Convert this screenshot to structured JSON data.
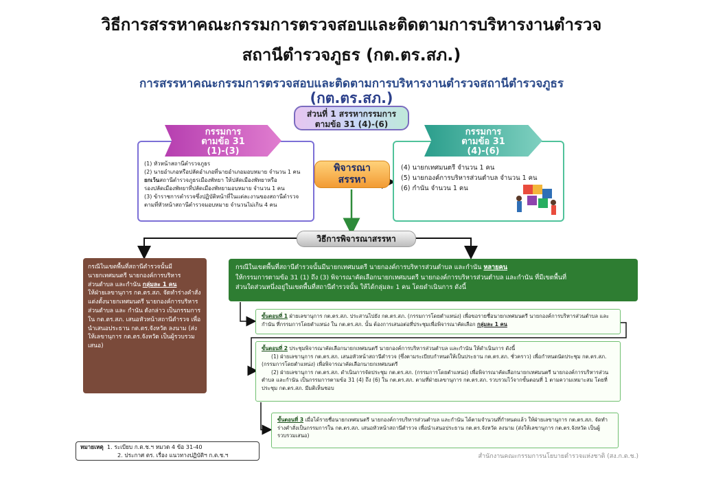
{
  "title": {
    "line1": "วิธีการสรรหาคณะกรรมการตรวจสอบและติดตามการบริหารงานตำรวจ",
    "line2": "สถานีตำรวจภูธร (กต.ตร.สภ.)"
  },
  "diagram": {
    "title": "การสรรหาคณะกรรมการตรวจสอบและติดตามการบริหารงานตำรวจสถานีตำรวจภูธร",
    "subtitle": "(กต.ตร.สภ.)",
    "part1_line1": "ส่วนที่ 1 สรรหากรรมการ",
    "part1_line2": "ตามข้อ 31 (4)-(6)",
    "left_chevron": {
      "line1": "กรรมการ",
      "line2": "ตามข้อ 31",
      "line3": "(1)-(3)"
    },
    "right_chevron": {
      "line1": "กรรมการ",
      "line2": "ตามข้อ 31",
      "line3": "(4)-(6)"
    },
    "left_items": [
      "(1) หัวหน้าสถานีตำรวจภูธร",
      "(2) นายอำเภอหรือปลัดอำเภอที่นายอำเภอมอบหมาย จำนวน 1 คน",
      "ยกเว้น",
      "สถานีตำรวจภูธรเมืองพัทยา ให้ปลัดเมืองพัทยาหรือ",
      "รองปลัดเมืองพัทยาที่ปลัดเมืองพัทยามอบหมาย จำนวน 1 คน",
      "(3) ข้าราชการตำรวจซึ่งปฏิบัติหน้าที่ในแต่ละงานของสถานีตำรวจ",
      "ตามที่หัวหน้าสถานีตำรวจมอบหมาย จำนวนไม่เกิน 4 คน"
    ],
    "right_items": [
      "(4) นายกเทศมนตรี จำนวน 1 คน",
      "(5) นายกองค์การบริหารส่วนตำบล จำนวน 1 คน",
      "(6) กำนัน จำนวน 1 คน"
    ],
    "consider_line1": "พิจารณา",
    "consider_line2": "สรรหา",
    "method": "วิธีการพิจารณาสรรหา"
  },
  "left_case": {
    "line1": "กรณีในเขตพื้นที่สถานีตำรวจนั้นมี",
    "line2": "นายกเทศมนตรี นายกองค์การบริหาร",
    "line3a": "ส่วนตำบล และกำนัน ",
    "line3b": "กลุ่มละ 1 คน",
    "rest": "ให้ฝ่ายเลขานุการ กต.ตร.สภ. จัดทำร่างคำสั่งแต่งตั้งนายกเทศมนตรี นายกองค์การบริหารส่วนตำบล และ กำนัน ดังกล่าว เป็นกรรมการใน กต.ตร.สภ. เสนอหัวหน้าสถานีตำรวจ เพื่อนำเสนอประธาน กต.ตร.จังหวัด ลงนาม (ส่งให้เลขานุการ กต.ตร.จังหวัด เป็นผู้รวบรวมเสนอ)"
  },
  "right_case": {
    "line1a": "กรณีในเขตพื้นที่สถานีตำรวจนั้นมีนายกเทศมนตรี นายกองค์การบริหารส่วนตำบล และกำนัน ",
    "line1b": "หลายคน",
    "line2": "ให้กรรมการตามข้อ 31 (1) ถึง (3) พิจารณาคัดเลือกนายกเทศมนตรี นายกองค์การบริหารส่วนตำบล และกำนัน ที่มีเขตพื้นที่",
    "line3": "ส่วนใดส่วนหนึ่งอยู่ในเขตพื้นที่สถานีตำรวจนั้น ให้ได้กลุ่มละ 1 คน โดยดำเนินการ ดังนี้"
  },
  "steps": {
    "s1_label": "ขั้นตอนที่ 1",
    "s1_text": " ฝ่ายเลขานุการ กต.ตร.สภ. ประสานไปยัง กต.ตร.สภ. (กรรมการโดยตำแหน่ง) เพื่อขอรายชื่อนายกเทศมนตรี นายกองค์การบริหารส่วนตำบล และกำนัน ที่กรรมการโดยตำแหน่ง ใน กต.ตร.สภ. นั้น ต้องการเสนอต่อที่ประชุมเพื่อพิจารณาคัดเลือก ",
    "s1_tail": "กลุ่มละ 1 คน",
    "s2_label": "ขั้นตอนที่ 2",
    "s2_text": " ประชุมพิจารณาคัดเลือกนายกเทศมนตรี นายกองค์การบริหารส่วนตำบล และกำนัน ให้ดำเนินการ ดังนี้",
    "s2_p1": "(1) ฝ่ายเลขานุการ กต.ตร.สภ. เสนอหัวหน้าสถานีตำรวจ (ซึ่งตามระเบียบกำหนดให้เป็นประธาน กต.ตร.สภ. ชั่วคราว) เพื่อกำหนดนัดประชุม กต.ตร.สภ. (กรรมการโดยตำแหน่ง) เพื่อพิจารณาคัดเลือกนายกเทศมนตรี",
    "s2_p2": "(2) ฝ่ายเลขานุการ กต.ตร.สภ. ดำเนินการจัดประชุม กต.ตร.สภ. (กรรมการโดยตำแหน่ง) เพื่อพิจารณาคัดเลือกนายกเทศมนตรี นายกองค์การบริหารส่วนตำบล และกำนัน เป็นกรรมการตามข้อ 31 (4) ถึง (6) ใน กต.ตร.สภ. ตามที่ฝ่ายเลขานุการ กต.ตร.สภ. รวบรวมไว้จากขั้นตอนที่ 1 ตามความเหมาะสม โดยที่ประชุม กต.ตร.สภ. มีมติเห็นชอบ",
    "s3_label": "ขั้นตอนที่ 3",
    "s3_text": " เมื่อได้รายชื่อนายกเทศมนตรี นายกองค์การบริหารส่วนตำบล และกำนัน ได้ตามจำนวนที่กำหนดแล้ว ให้ฝ่ายเลขานุการ กต.ตร.สภ. จัดทำร่างคำสั่งเป็นกรรมการใน กต.ตร.สภ. เสนอหัวหน้าสถานีตำรวจ เพื่อนำเสนอประธาน กต.ตร.จังหวัด ลงนาม (ส่งให้เลขานุการ กต.ตร.จังหวัด เป็นผู้รวบรวมเสนอ)"
  },
  "note": {
    "label": "หมายเหตุ",
    "item1": "1. ระเบียบ ก.ต.ช.ฯ หมวด 4 ข้อ 31-40",
    "item2": "2. ประกาศ ตร. เรื่อง แนวทางปฏิบัติฯ ก.ต.ช.ฯ"
  },
  "footer": "สำนักงานคณะกรรมการนโยบายตำรวจแห่งชาติ (สง.ก.ต.ช.)",
  "colors": {
    "left_case_bg": "#7a4a3a",
    "right_case_bg": "#2e7d32",
    "left_chevron": "#b63fb0",
    "right_chevron": "#2b9e8c",
    "consider_box": "#f29b34",
    "title_blue": "#2b4a8a"
  }
}
